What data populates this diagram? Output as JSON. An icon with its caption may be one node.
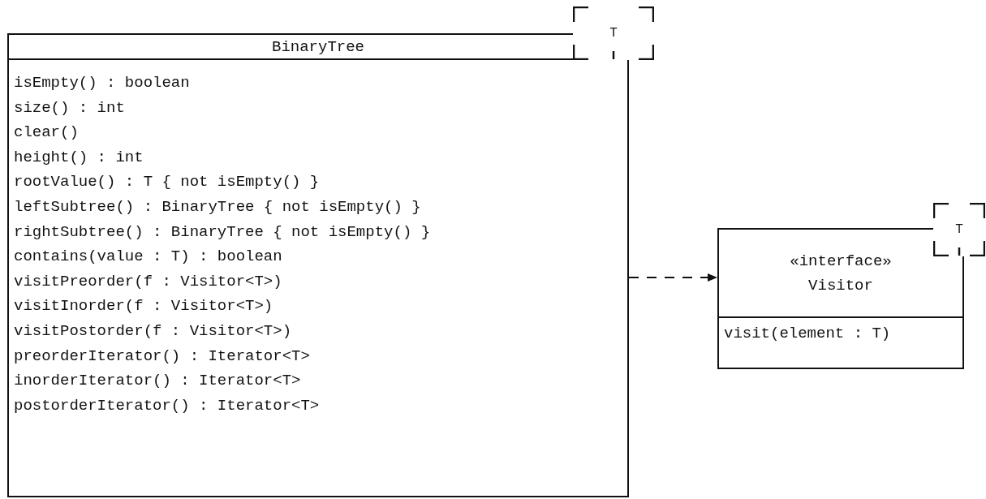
{
  "diagram": {
    "nodes": [
      {
        "text": [
          "BinaryTree",
          "isEmpty() : boolean",
          "size() : int",
          "clear()",
          "height() : int",
          "rootValue() : T { not isEmpty() }",
          "leftSubtree() : BinaryTree { not isEmpty() }",
          "rightSubtree() : BinaryTree { not isEmpty() }",
          "contains(value : T) : boolean",
          "visitPreorder(f : Visitor<T>)",
          "visitInorder(f : Visitor<T>)",
          "visitPostorder(f : Visitor<T>)",
          "preorderIterator() : Iterator<T>",
          "inorderIterator() : Iterator<T>",
          "postorderIterator() : Iterator<T>"
        ]
      },
      {
        "text": [
          "T"
        ]
      },
      {
        "text": [
          "«interface»",
          "Visitor",
          "visit(element : T)"
        ]
      },
      {
        "text": [
          "T"
        ]
      }
    ],
    "edges": [
      {
        "from": 0,
        "to": 2,
        "arrow": "to",
        "style": "dashed"
      }
    ]
  }
}
